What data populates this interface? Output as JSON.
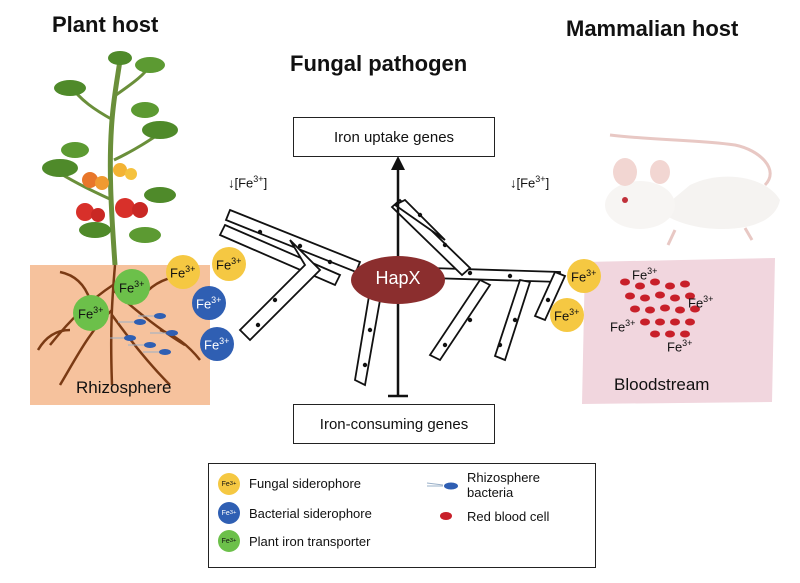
{
  "headings": {
    "plant": "Plant host",
    "mammal": "Mammalian host",
    "fungal": "Fungal pathogen"
  },
  "boxes": {
    "uptake": "Iron uptake genes",
    "consuming": "Iron-consuming genes"
  },
  "regulator": "HapX",
  "iron_low": {
    "prefix": "↓[Fe",
    "sup": "3+",
    "suffix": "]"
  },
  "fe_base": "Fe",
  "fe_sup": "3+",
  "regions": {
    "rhizosphere": "Rhizosphere",
    "bloodstream": "Bloodstream"
  },
  "legend": {
    "fungal_siderophore": "Fungal siderophore",
    "bacterial_siderophore": "Bacterial siderophore",
    "plant_transporter": "Plant iron transporter",
    "rhizo_bacteria_line1": "Rhizosphere",
    "rhizo_bacteria_line2": "bacteria",
    "rbc": "Red blood cell"
  },
  "colors": {
    "fungal_siderophore": "#f5c842",
    "bacterial_siderophore": "#2f5fb3",
    "plant_transporter": "#6cc04a",
    "hapx": "#8b2e2e",
    "soil": "#f6c29d",
    "blood": "#f1d6de",
    "rbc": "#c8202a"
  }
}
